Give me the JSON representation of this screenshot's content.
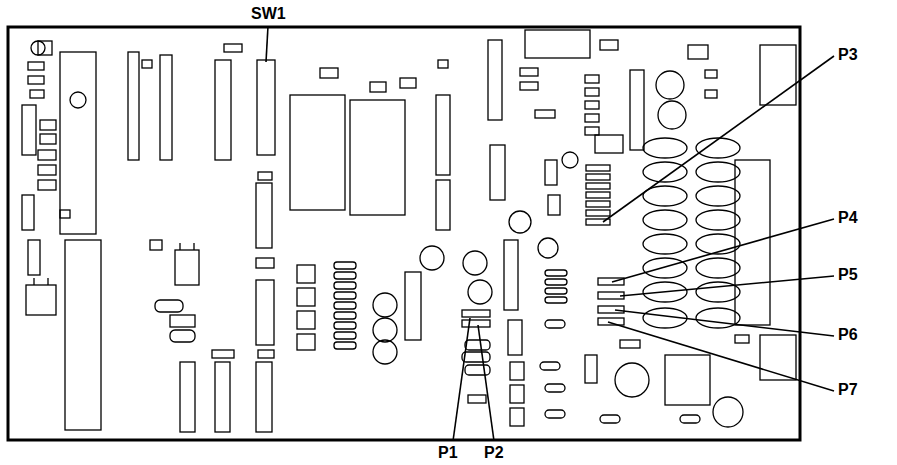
{
  "diagram": {
    "labels": [
      "SW1",
      "P3",
      "P4",
      "P5",
      "P6",
      "P7",
      "P1",
      "P2"
    ]
  }
}
